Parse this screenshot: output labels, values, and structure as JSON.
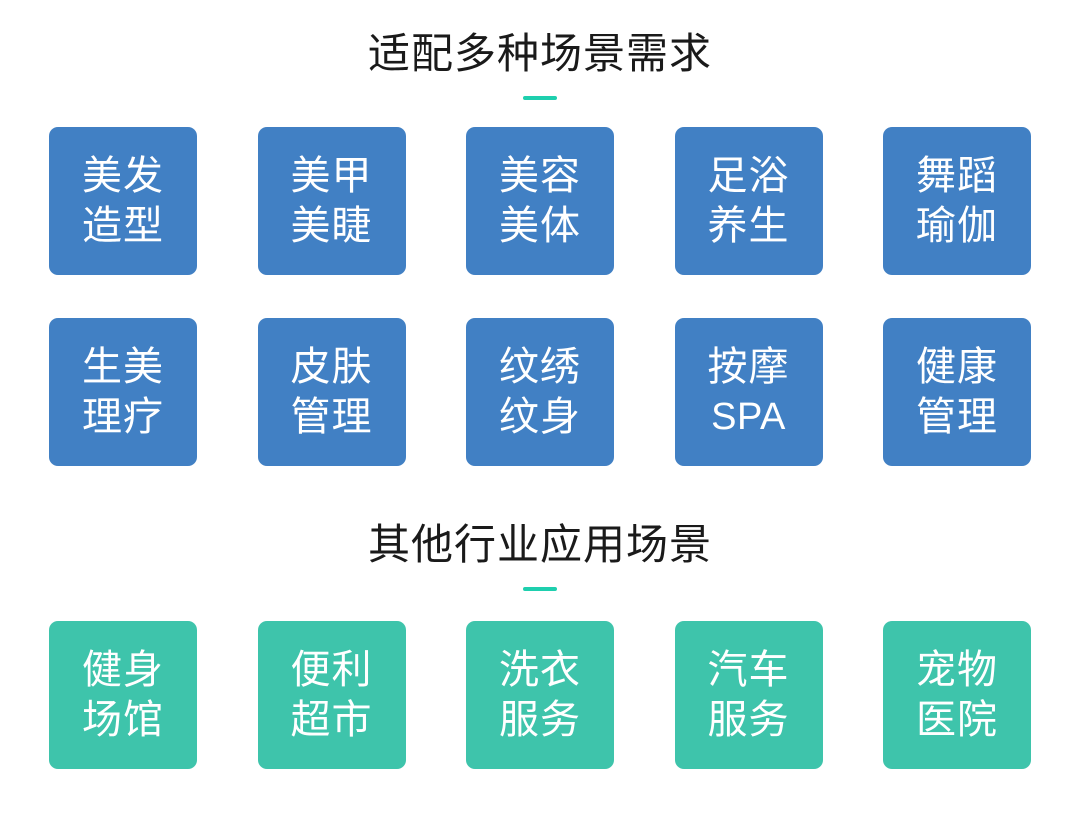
{
  "page": {
    "background_color": "#ffffff",
    "accent_divider_color": "#1ecfae",
    "blue_card_color": "#4180c4",
    "green_card_color": "#3ec4ab",
    "card_text_color": "#ffffff",
    "heading_text_color": "#1a1a1a"
  },
  "sections": [
    {
      "title": "适配多种场景需求",
      "rows": [
        {
          "cards": [
            {
              "line1": "美发",
              "line2": "造型",
              "style": "blue"
            },
            {
              "line1": "美甲",
              "line2": "美睫",
              "style": "blue"
            },
            {
              "line1": "美容",
              "line2": "美体",
              "style": "blue"
            },
            {
              "line1": "足浴",
              "line2": "养生",
              "style": "blue"
            },
            {
              "line1": "舞蹈",
              "line2": "瑜伽",
              "style": "blue"
            }
          ]
        },
        {
          "cards": [
            {
              "line1": "生美",
              "line2": "理疗",
              "style": "blue"
            },
            {
              "line1": "皮肤",
              "line2": "管理",
              "style": "blue"
            },
            {
              "line1": "纹绣",
              "line2": "纹身",
              "style": "blue"
            },
            {
              "line1": "按摩",
              "line2": "SPA",
              "style": "blue"
            },
            {
              "line1": "健康",
              "line2": "管理",
              "style": "blue"
            }
          ]
        }
      ]
    },
    {
      "title": "其他行业应用场景",
      "rows": [
        {
          "cards": [
            {
              "line1": "健身",
              "line2": "场馆",
              "style": "green"
            },
            {
              "line1": "便利",
              "line2": "超市",
              "style": "green"
            },
            {
              "line1": "洗衣",
              "line2": "服务",
              "style": "green"
            },
            {
              "line1": "汽车",
              "line2": "服务",
              "style": "green"
            },
            {
              "line1": "宠物",
              "line2": "医院",
              "style": "green"
            }
          ]
        }
      ]
    }
  ]
}
